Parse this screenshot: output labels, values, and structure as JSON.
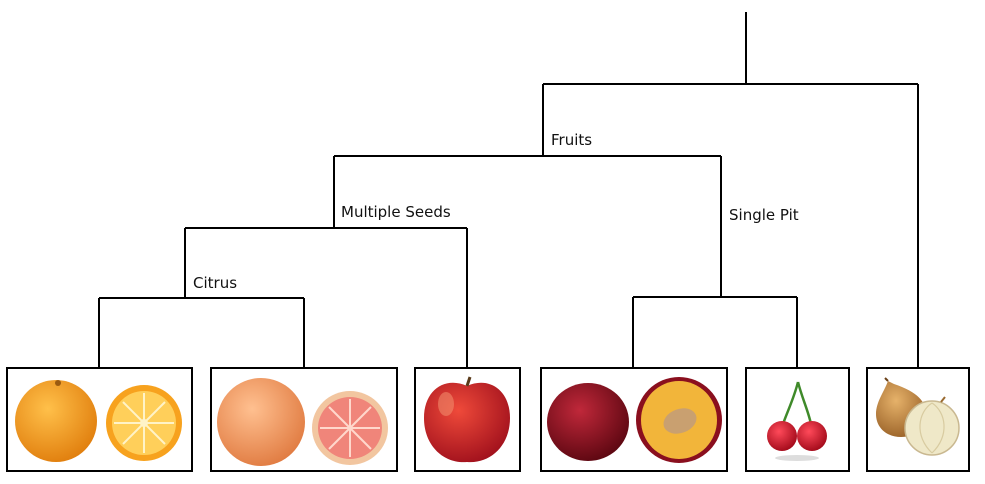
{
  "labels": {
    "fruits": "Fruits",
    "multiple_seeds": "Multiple Seeds",
    "single_pit": "Single Pit",
    "citrus": "Citrus"
  },
  "leaves": [
    {
      "name": "orange",
      "icon": "orange-icon"
    },
    {
      "name": "grapefruit",
      "icon": "grapefruit-icon"
    },
    {
      "name": "apple",
      "icon": "apple-icon"
    },
    {
      "name": "plum",
      "icon": "plum-icon"
    },
    {
      "name": "cherry",
      "icon": "cherry-icon"
    },
    {
      "name": "onion",
      "icon": "onion-icon"
    }
  ],
  "colors": {
    "orange": "#f39a1b",
    "grapefruit_peel": "#f0a060",
    "grapefruit_flesh": "#f08a80",
    "apple": "#c8202a",
    "plum": "#8a0f1e",
    "plum_flesh": "#f2b53a",
    "cherry": "#d0142a",
    "onion_skin": "#c08a45",
    "onion_flesh": "#efe8c8"
  }
}
